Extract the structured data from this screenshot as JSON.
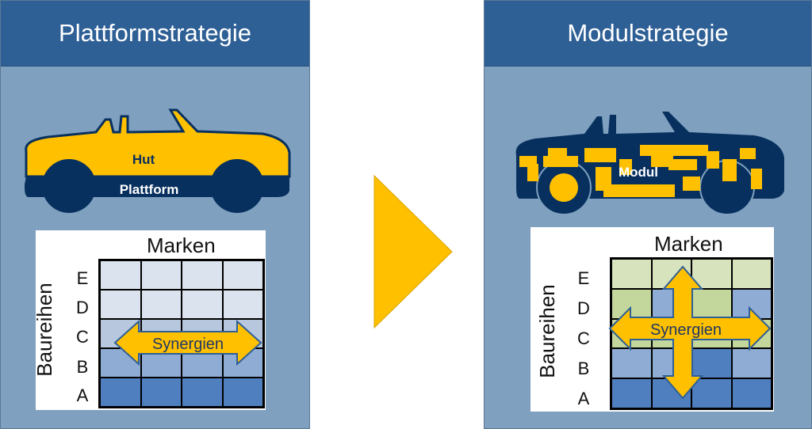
{
  "left": {
    "title": "Plattformstrategie",
    "car_top_label": "Hut",
    "car_bottom_label": "Plattform",
    "columns_label": "Marken",
    "rows_label": "Baureihen",
    "rows": [
      "E",
      "D",
      "C",
      "B",
      "A"
    ],
    "arrow_label": "Synergien"
  },
  "right": {
    "title": "Modulstrategie",
    "car_label": "Modul",
    "columns_label": "Marken",
    "rows_label": "Baureihen",
    "rows": [
      "E",
      "D",
      "C",
      "B",
      "A"
    ],
    "arrow_label": "Synergien"
  },
  "colors": {
    "header": "#2e5f95",
    "panel": "#7fa0bf",
    "accent_yellow": "#ffc000",
    "car_dark": "#08305f",
    "row_light": "#dbe4ee",
    "row_mid": "#b7c8de",
    "row_blue": "#8facd4",
    "row_dark": "#4f7fbf",
    "green_light": "#d6e3bc",
    "green_mid": "#c3d69b"
  }
}
